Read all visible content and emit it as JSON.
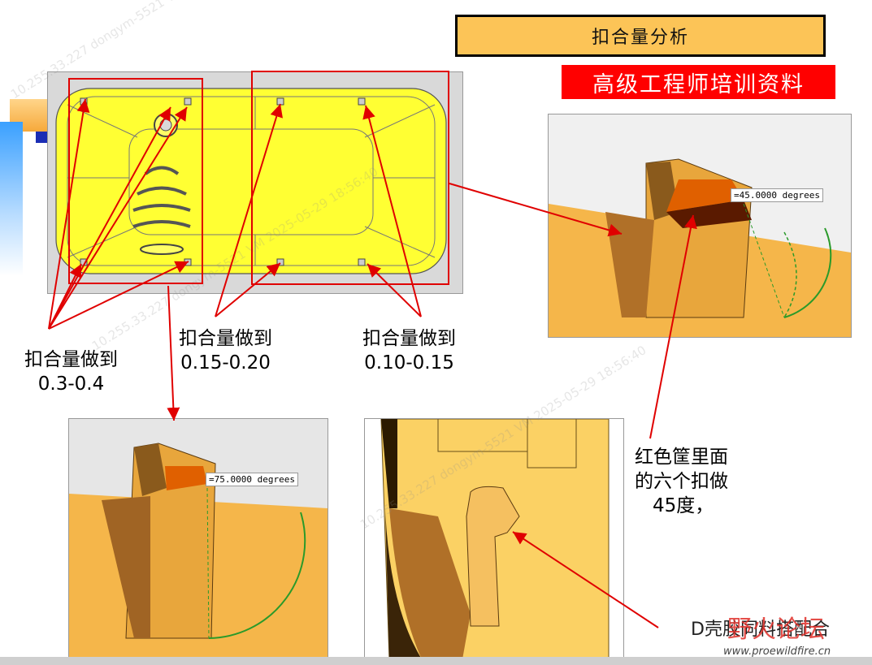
{
  "title": "扣合量分析",
  "subtitle": "高级工程师培训资料",
  "labels": {
    "left_line1": "扣合量做到",
    "left_line2": "0.3-0.4",
    "mid_line1": "扣合量做到",
    "mid_line2": "0.15-0.20",
    "right_line1": "扣合量做到",
    "right_line2": "0.10-0.15"
  },
  "note": {
    "line1": "红色筐里面",
    "line2": "的六个扣做",
    "line3": "45度，"
  },
  "measure_right": "=45.0000 degrees",
  "measure_left": "=75.0000 degrees",
  "bottom_text": "D壳胶同料搭配合",
  "logo": {
    "text": "野火论坛",
    "url": "www.proewildfire.cn"
  },
  "watermark": "10.255.33.227 dongym-5521 VM 2025-05-29 18:56:40",
  "colors": {
    "title_bg": "#fcc457",
    "subtitle_bg": "#ff0000",
    "part_yellow": "#ffff33",
    "part_orange": "#f7b84a",
    "frame_red": "#e00000"
  }
}
